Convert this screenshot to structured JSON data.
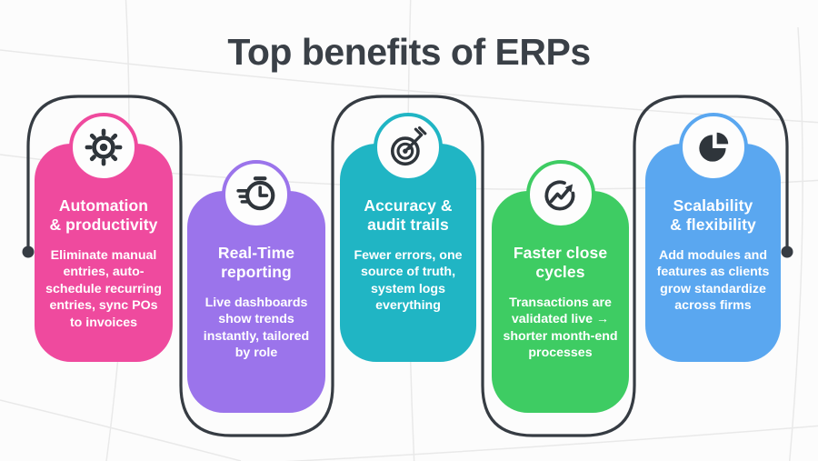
{
  "page": {
    "title": "Top benefits of ERPs"
  },
  "colors": {
    "background": "#fcfcfc",
    "connector_line": "#363c43",
    "title_text": "#3a4047",
    "card_text": "#ffffff",
    "pink": "#ef4a9e",
    "purple": "#9b74eb",
    "teal": "#20b5c4",
    "green": "#3ecc63",
    "blue": "#5aa7f0"
  },
  "cards": [
    {
      "id": "automation-productivity",
      "icon": "gear-icon",
      "color": "#ef4a9e",
      "title": "Automation\n& productivity",
      "body": "Eliminate manual\nentries, auto-\nschedule recurring\nentries, sync POs\nto invoices"
    },
    {
      "id": "real-time-reporting",
      "icon": "stopwatch-icon",
      "color": "#9b74eb",
      "title": "Real-Time\nreporting",
      "body": "Live dashboards\nshow trends\ninstantly, tailored\nby role"
    },
    {
      "id": "accuracy-audit-trails",
      "icon": "target-arrow-icon",
      "color": "#20b5c4",
      "title": "Accuracy &\naudit trails",
      "body": "Fewer errors, one\nsource of truth,\nsystem logs\neverything"
    },
    {
      "id": "faster-close-cycles",
      "icon": "trend-up-circle-icon",
      "color": "#3ecc63",
      "title": "Faster close\ncycles",
      "body": "Transactions are\nvalidated live →\nshorter month-end\nprocesses"
    },
    {
      "id": "scalability-flexibility",
      "icon": "pie-chart-icon",
      "color": "#5aa7f0",
      "title": "Scalability\n& flexibility",
      "body": "Add modules and\nfeatures as clients\ngrow standardize\nacross firms"
    }
  ]
}
